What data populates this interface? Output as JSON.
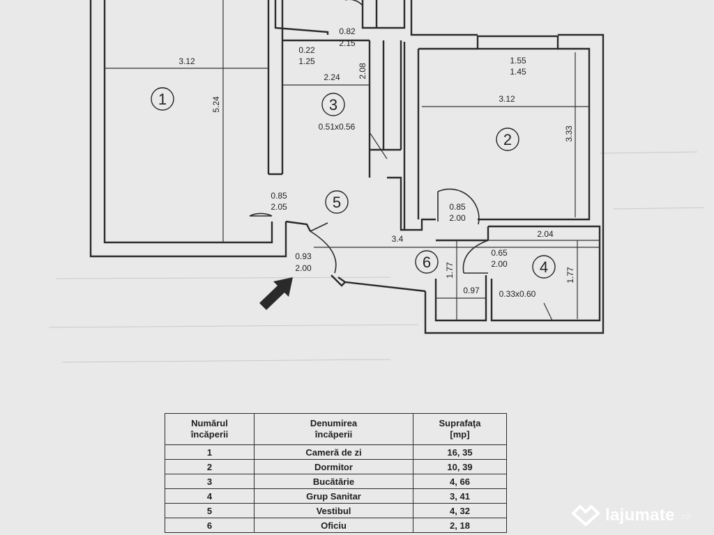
{
  "rooms": [
    {
      "number": "1"
    },
    {
      "number": "2"
    },
    {
      "number": "3"
    },
    {
      "number": "4"
    },
    {
      "number": "5"
    },
    {
      "number": "6"
    }
  ],
  "dimensions": {
    "room1_width": "3.12",
    "room1_length": "5.24",
    "door_top_a_w": "0.22",
    "door_top_a_h": "1.25",
    "door_top_b_w": "0.82",
    "door_top_b_h": "2.15",
    "room3_width": "2.24",
    "room3_height": "2.08",
    "window_kitchen": "0.51x0.56",
    "window_room2_w": "1.55",
    "window_room2_h": "1.45",
    "room2_width": "3.12",
    "room2_length": "3.33",
    "door_room1_w": "0.85",
    "door_room1_h": "2.05",
    "door_room2_w": "0.85",
    "door_room2_h": "2.00",
    "hall_length": "3.4",
    "entry_door_w": "0.93",
    "entry_door_h": "2.00",
    "room4_width": "2.04",
    "room4_length": "1.77",
    "door_bath_w": "0.65",
    "door_bath_h": "2.00",
    "office_length": "1.77",
    "office_width": "0.97",
    "window_bath": "0.33x0.60"
  },
  "table": {
    "headers": [
      {
        "line1": "Numărul",
        "line2": "încăperii"
      },
      {
        "line1": "Denumirea",
        "line2": "încăperii"
      },
      {
        "line1": "Suprafaţa",
        "line2": "[mp]"
      }
    ],
    "rows": [
      {
        "num": "1",
        "name": "Cameră de zi",
        "area": "16, 35"
      },
      {
        "num": "2",
        "name": "Dormitor",
        "area": "10, 39"
      },
      {
        "num": "3",
        "name": "Bucătărie",
        "area": "4, 66"
      },
      {
        "num": "4",
        "name": "Grup Sanitar",
        "area": "3, 41"
      },
      {
        "num": "5",
        "name": "Vestibul",
        "area": "4, 32"
      },
      {
        "num": "6",
        "name": "Oficiu",
        "area": "2, 18"
      }
    ]
  },
  "watermark": {
    "text": "lajumate",
    "suffix": ".ro"
  },
  "colors": {
    "paper": "#e9e9e9",
    "ink": "#2a2a2a",
    "watermark": "#ffffff"
  }
}
